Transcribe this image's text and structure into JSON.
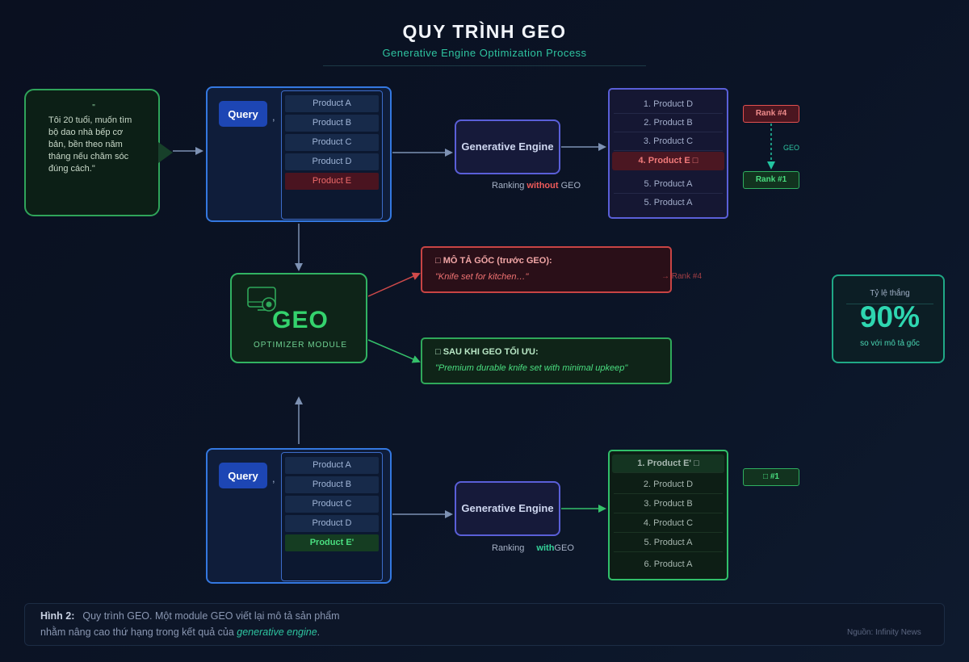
{
  "header": {
    "title": "QUY TRÌNH GEO",
    "subtitle": "Generative Engine Optimization Process"
  },
  "quote": {
    "mark": "\"",
    "text": "Tôi 20 tuổi, muốn tìm bộ dao nhà bếp cơ bản, bền theo năm tháng nếu chăm sóc đúng cách.\""
  },
  "top_flow": {
    "query_label": "Query",
    "separator": ",",
    "products": [
      "Product A",
      "Product B",
      "Product C",
      "Product D",
      "Product E"
    ],
    "engine_label": "Generative Engine",
    "caption": {
      "prefix": "Ranking ",
      "keyword": "without",
      "suffix": " GEO"
    },
    "ranking": [
      "1. Product D",
      "2. Product B",
      "3. Product C",
      "4. Product E □",
      "5. Product A",
      "5. Product A"
    ],
    "badge_before": "Rank #4",
    "badge_after": "Rank #1",
    "arrow_label": "GEO"
  },
  "geo_module": {
    "title": "GEO",
    "subtitle": "OPTIMIZER MODULE"
  },
  "descriptions": {
    "original": {
      "heading": "□ MÔ TẢ GỐC (trước GEO):",
      "text": "\"Knife set for kitchen…\"",
      "rank": "→ Rank #4"
    },
    "optimized": {
      "heading": "□ SAU KHI GEO TỐI ƯU:",
      "text": "\"Premium durable knife set with minimal upkeep\""
    }
  },
  "stat": {
    "label": "Tỷ lệ thắng",
    "value": "90%",
    "note": "so với mô tả gốc"
  },
  "bottom_flow": {
    "query_label": "Query",
    "separator": ",",
    "products": [
      "Product A",
      "Product B",
      "Product C",
      "Product D",
      "Product E'"
    ],
    "engine_label": "Generative Engine",
    "caption": {
      "prefix": "Ranking ",
      "keyword": "with",
      "suffix": "GEO"
    },
    "ranking": [
      "1. Product E' □",
      "2. Product D",
      "3. Product B",
      "4. Product C",
      "5. Product A",
      "6. Product A"
    ],
    "badge": "□ #1"
  },
  "footer": {
    "label": "Hình 2:",
    "line1": "Quy trình GEO. Một module GEO viết lại mô tả sản phẩm",
    "line2_prefix": "nhằm nâng cao thứ hạng trong kết quả của ",
    "line2_em": "generative engine",
    "line2_suffix": ".",
    "source": "Nguồn: Infinity News"
  },
  "colors": {
    "background": "#0b1426",
    "accent_teal": "#2ec4a0",
    "accent_green": "#34d36d",
    "accent_red": "#e25050",
    "accent_blue": "#3478e0",
    "accent_purple": "#5a5fd8"
  },
  "icons": [
    "monitor-search-icon"
  ]
}
